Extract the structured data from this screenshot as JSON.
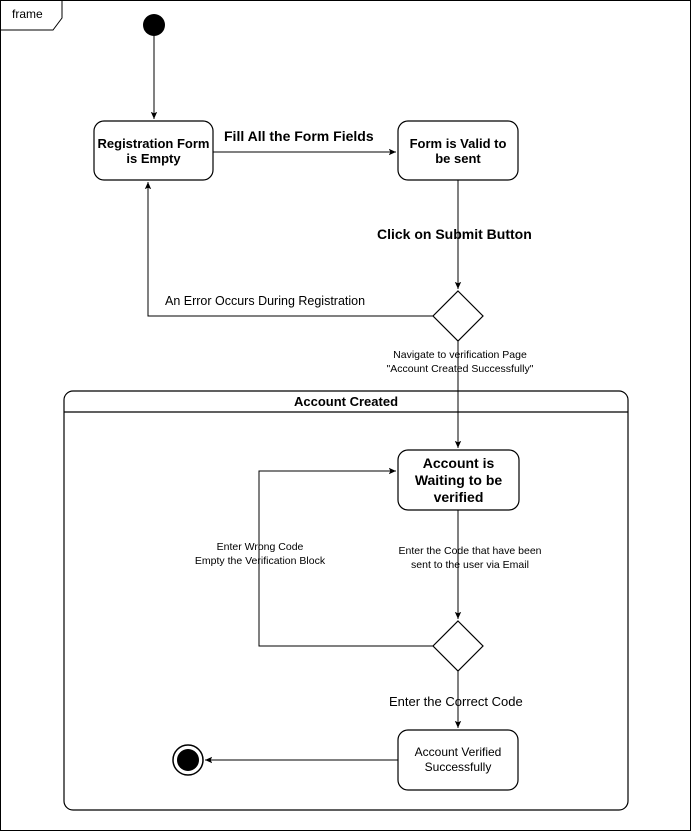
{
  "frame": {
    "label": "frame"
  },
  "states": {
    "registration_empty": "Registration Form is Empty",
    "form_valid": "Form is Valid to be sent",
    "account_waiting": "Account is Waiting to be verified",
    "account_verified": "Account Verified Successfully"
  },
  "composite": {
    "title": "Account Created"
  },
  "transitions": {
    "fill_fields": "Fill All the Form Fields",
    "click_submit": "Click on Submit Button",
    "error": "An Error Occurs During Registration",
    "navigate_line1": "Navigate to verification Page",
    "navigate_line2": "\"Account Created Successfully\"",
    "enter_code_line1": "Enter the Code that have been",
    "enter_code_line2": "sent to the user via Email",
    "wrong_code_line1": "Enter Wrong Code",
    "wrong_code_line2": "Empty the Verification Block",
    "correct_code": "Enter the Correct Code"
  }
}
